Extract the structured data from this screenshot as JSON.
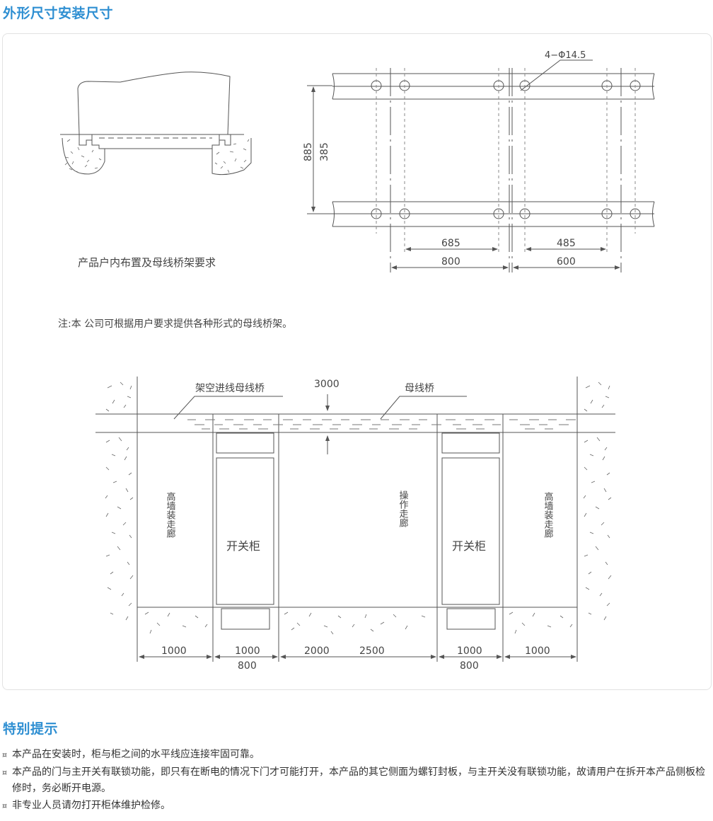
{
  "headings": {
    "dimensions": "外形尺寸安装尺寸",
    "tips": "特别提示"
  },
  "top_left": {
    "caption": "产品户内布置及母线桥架要求"
  },
  "top_right": {
    "hole_label": "4−Φ14.5",
    "dim_outer": "885",
    "dim_inner": "385",
    "dim_685": "685",
    "dim_485": "485",
    "dim_800": "800",
    "dim_600": "600"
  },
  "note": "注:本 公司可根据用户要求提供各种形式的母线桥架。",
  "layout": {
    "overhead_bridge": "架空进线母线桥",
    "height_dim": "3000",
    "busbar_bridge": "母线桥",
    "rear_corridor": "高墙装走廊",
    "switch_cabinet": "开关柜",
    "operating_corridor": "操作走廊",
    "dims_top": [
      "1000",
      "1000",
      "2000",
      "2500",
      "1000",
      "1000"
    ],
    "dims_bottom": [
      "800",
      "800"
    ]
  },
  "tips": [
    "本产品在安装时，柜与柜之间的水平线应连接牢固可靠。",
    "本产品的门与主开关有联锁功能，即只有在断电的情况下门才可能打开，本产品的其它侧面为螺钉封板，与主开关没有联锁功能，故请用户在拆开本产品侧板检修时，务必断开电源。",
    "非专业人员请勿打开柜体维护检修。"
  ],
  "bullet_glyph": "¤",
  "colors": {
    "heading": "#2f8fd2",
    "line": "#555555"
  }
}
